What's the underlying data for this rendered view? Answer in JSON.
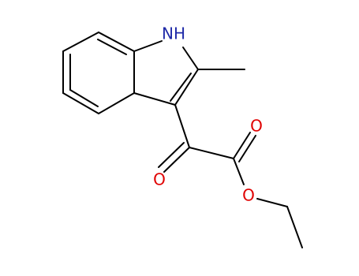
{
  "molecule": {
    "atoms": [
      {
        "id": "N1",
        "label": "NH",
        "color": "#1f2aa8"
      },
      {
        "id": "O1",
        "label": "O",
        "color": "#e00000"
      },
      {
        "id": "O2",
        "label": "O",
        "color": "#e00000"
      },
      {
        "id": "O3",
        "label": "O",
        "color": "#e00000"
      }
    ],
    "colors": {
      "bond": "#000000",
      "nitrogen": "#1f2aa8",
      "oxygen": "#e00000",
      "background": "#ffffff"
    }
  }
}
